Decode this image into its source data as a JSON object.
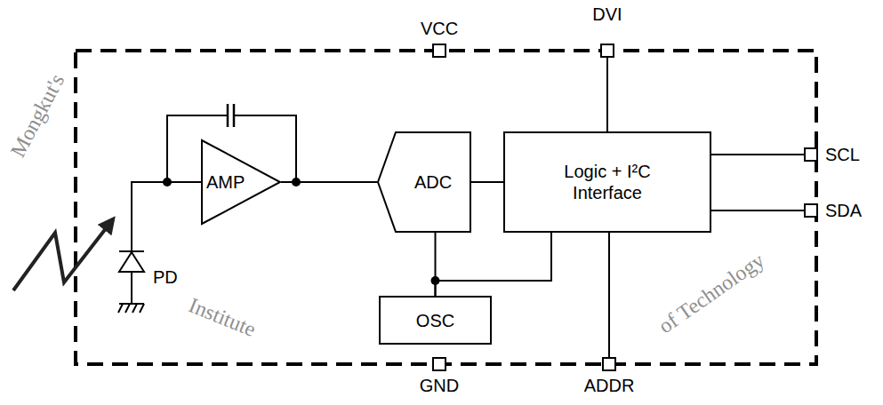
{
  "diagram": {
    "nodes": [
      {
        "text": [
          "AMP"
        ]
      },
      {
        "text": [
          "ADC"
        ]
      },
      {
        "text": [
          "Logic + I²C Interface"
        ]
      },
      {
        "text": [
          "OSC"
        ]
      }
    ],
    "edges": [
      {
        "from": 0,
        "to": 1,
        "arrow": "none"
      },
      {
        "from": 1,
        "to": 2,
        "arrow": "none"
      },
      {
        "from": 3,
        "to": 1,
        "arrow": "none"
      },
      {
        "from": 3,
        "to": 2,
        "arrow": "none"
      }
    ],
    "labels": [
      "VCC",
      "DVI",
      "SCL",
      "SDA",
      "PD",
      "GND",
      "ADDR",
      "Mongkut's",
      "Institute",
      "of Technology"
    ]
  }
}
